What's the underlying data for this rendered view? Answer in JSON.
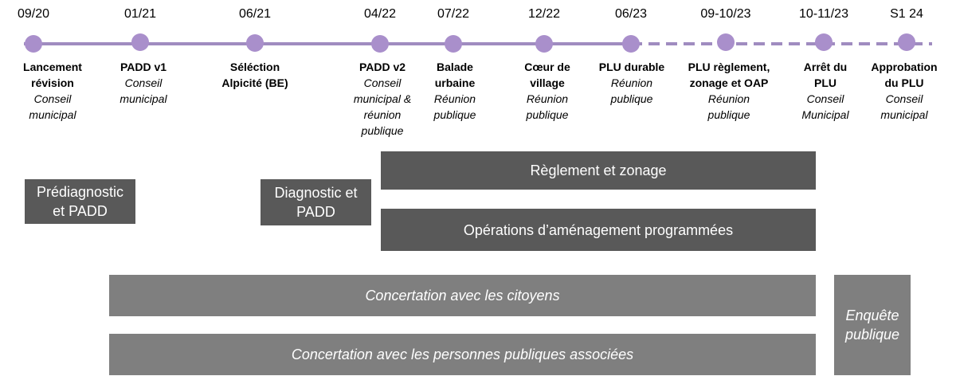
{
  "colors": {
    "timeline": "#a08cc0",
    "marker": "#a98fcb",
    "box_dark": "#595959",
    "box_medium": "#7f7f7f"
  },
  "milestones": [
    {
      "date": "09/20",
      "title": "Lancement révision",
      "subtitle": "Conseil municipal"
    },
    {
      "date": "01/21",
      "title": "PADD v1",
      "subtitle": "Conseil municipal"
    },
    {
      "date": "06/21",
      "title": "Séléction Alpicité (BE)",
      "subtitle": ""
    },
    {
      "date": "04/22",
      "title": "PADD v2",
      "subtitle": "Conseil municipal & réunion publique"
    },
    {
      "date": "07/22",
      "title": "Balade urbaine",
      "subtitle": "Réunion publique"
    },
    {
      "date": "12/22",
      "title": "Cœur de village",
      "subtitle": "Réunion publique"
    },
    {
      "date": "06/23",
      "title": "PLU durable",
      "subtitle": "Réunion publique"
    },
    {
      "date": "09-10/23",
      "title": "PLU règlement, zonage et OAP",
      "subtitle": "Réunion publique"
    },
    {
      "date": "10-11/23",
      "title": "Arrêt du PLU",
      "subtitle": "Conseil Municipal"
    },
    {
      "date": "S1 24",
      "title": "Approbation du PLU",
      "subtitle": "Conseil municipal"
    }
  ],
  "phases": {
    "prediagnostic": "Prédiagnostic et PADD",
    "diagnostic": "Diagnostic et PADD",
    "reglement": "Règlement et zonage",
    "operations": "Opérations d’aménagement programmées",
    "concertation_citoyens": "Concertation avec les citoyens",
    "concertation_ppa": "Concertation avec les personnes publiques associées",
    "enquete": "Enquête publique"
  }
}
